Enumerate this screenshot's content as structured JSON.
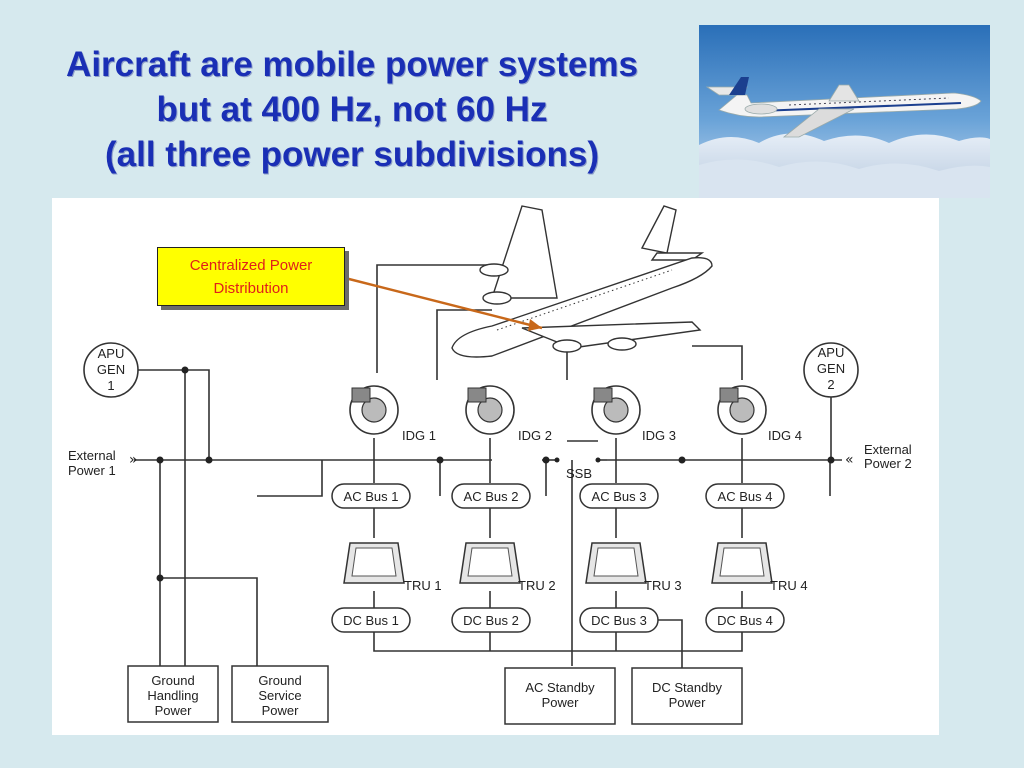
{
  "title": {
    "line1": "Aircraft are mobile power systems",
    "line2": "but at 400 Hz, not 60 Hz",
    "line3": "(all three power subdivisions)"
  },
  "callout": {
    "line1": "Centralized Power",
    "line2": "Distribution"
  },
  "diagram": {
    "apu_left": [
      "APU",
      "GEN",
      "1"
    ],
    "apu_right": [
      "APU",
      "GEN",
      "2"
    ],
    "external_left": [
      "External",
      "Power 1"
    ],
    "external_right": [
      "External",
      "Power 2"
    ],
    "idg": [
      "IDG 1",
      "IDG 2",
      "IDG 3",
      "IDG 4"
    ],
    "ac_bus": [
      "AC Bus 1",
      "AC Bus 2",
      "AC Bus 3",
      "AC Bus 4"
    ],
    "tru": [
      "TRU 1",
      "TRU 2",
      "TRU 3",
      "TRU 4"
    ],
    "dc_bus": [
      "DC Bus 1",
      "DC Bus 2",
      "DC Bus 3",
      "DC Bus 4"
    ],
    "ssb": "SSB",
    "ground_handling": [
      "Ground",
      "Handling",
      "Power"
    ],
    "ground_service": [
      "Ground",
      "Service",
      "Power"
    ],
    "ac_standby": [
      "AC Standby",
      "Power"
    ],
    "dc_standby": [
      "DC Standby",
      "Power"
    ]
  },
  "colors": {
    "title": "#1a2fb5",
    "background": "#d6e9ee",
    "callout_fill": "#ffff00",
    "callout_text": "#e0201a",
    "arrow": "#c8681a"
  },
  "icons": {
    "photo": "airliner-in-sky-photo",
    "aircraft": "jumbo-jet-icon",
    "generator": "generator-icon",
    "transformer": "transformer-rectifier-icon"
  }
}
